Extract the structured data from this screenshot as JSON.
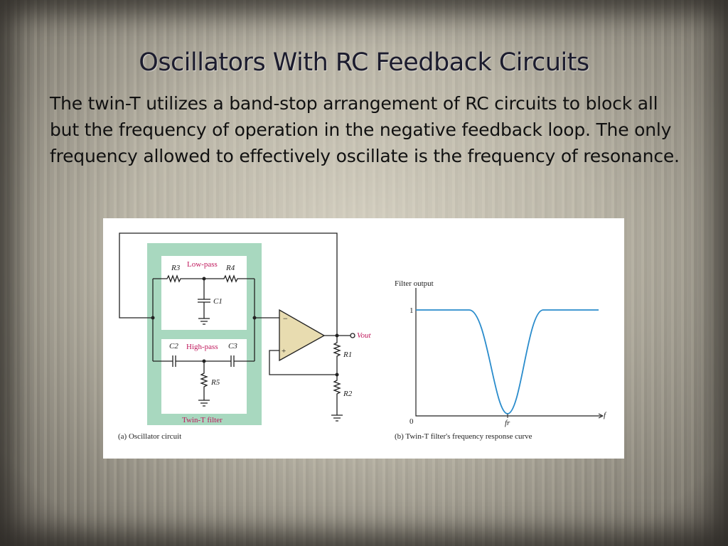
{
  "slide": {
    "title": "Oscillators With RC Feedback Circuits",
    "body": "The twin-T utilizes a band-stop arrangement of RC circuits to block all but the frequency of operation in the negative feedback loop. The only frequency allowed to effectively oscillate is the frequency of resonance."
  },
  "figure": {
    "circuit": {
      "low_pass": "Low-pass",
      "high_pass": "High-pass",
      "filter_label": "Twin-T filter",
      "r3": "R3",
      "r4": "R4",
      "r5": "R5",
      "r1": "R1",
      "r2": "R2",
      "c1": "C1",
      "c2": "C2",
      "c3": "C3",
      "vout": "Vout",
      "caption": "(a) Oscillator circuit",
      "filter_color": "#a8d8bf",
      "opamp_color": "#e8dcb0",
      "label_color": "#c0185c"
    },
    "response": {
      "ylabel": "Filter output",
      "y_tick_1": "1",
      "origin": "0",
      "x_tick": "fr",
      "xlabel": "f",
      "caption": "(b) Twin-T filter's frequency response curve",
      "curve_color": "#2a8ccc"
    }
  }
}
